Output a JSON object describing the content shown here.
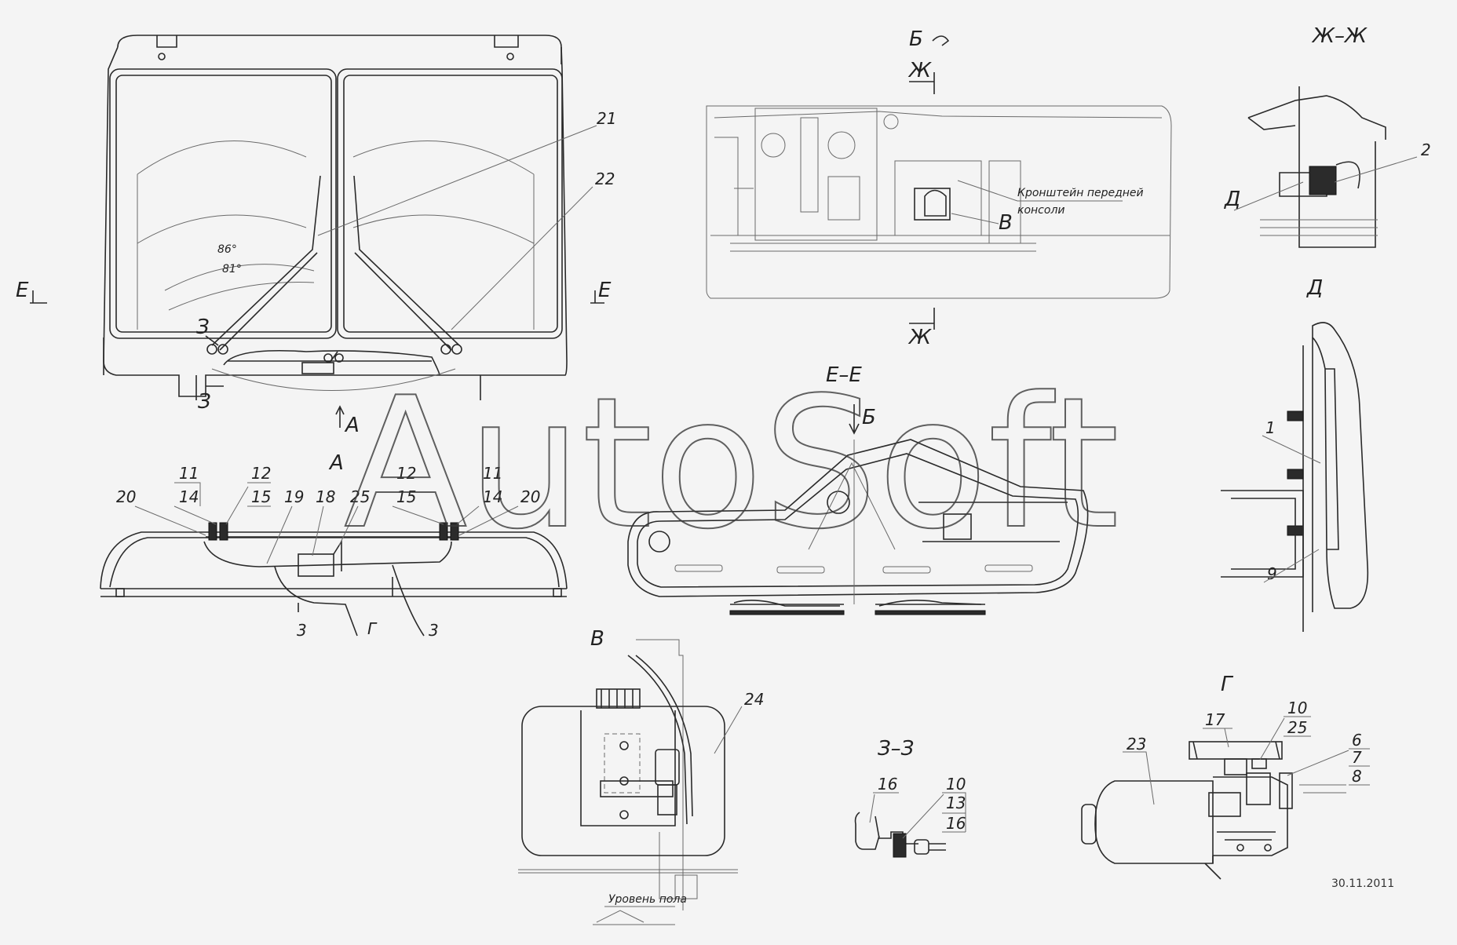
{
  "watermark": "AutoSoft",
  "date": "30.11.2011",
  "angles": {
    "a1": "86°",
    "a2": "81°"
  },
  "views": {
    "b": "Б",
    "zh_zh": "Ж–Ж",
    "d": "Д",
    "e_e": "Е–Е",
    "a": "А",
    "v": "В",
    "z_z": "З–З",
    "g": "Г"
  },
  "markers": {
    "e": "Е",
    "z": "З",
    "a": "А",
    "zh": "Ж",
    "b": "Б",
    "v": "В",
    "d": "Д",
    "g": "Г"
  },
  "notes": {
    "bracket1": "Кронштейн передней",
    "bracket2": "консоли",
    "floor": "Уровень пола"
  },
  "parts": {
    "p1": "1",
    "p2": "2",
    "p3": "3",
    "p6": "6",
    "p7": "7",
    "p8": "8",
    "p9": "9",
    "p10": "10",
    "p11": "11",
    "p12": "12",
    "p13": "13",
    "p14": "14",
    "p15": "15",
    "p16": "16",
    "p17": "17",
    "p18": "18",
    "p19": "19",
    "p20": "20",
    "p21": "21",
    "p22": "22",
    "p23": "23",
    "p24": "24",
    "p25": "25"
  }
}
